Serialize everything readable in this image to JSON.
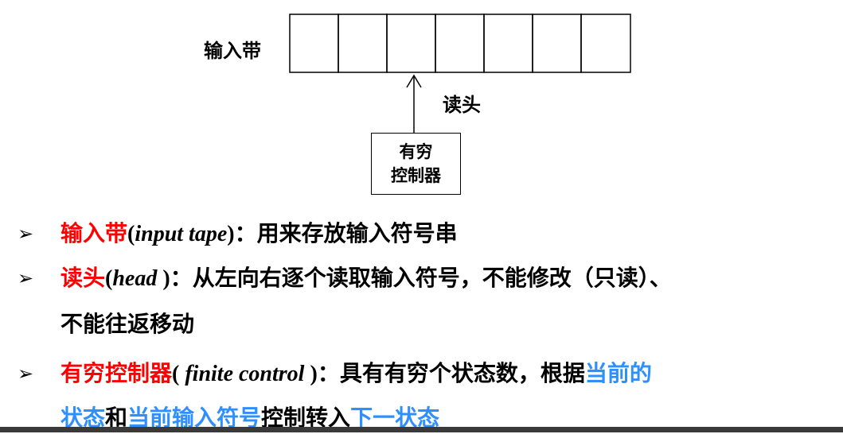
{
  "diagram": {
    "tape_label": "输入带",
    "tape_cells": 7,
    "head_label": "读头",
    "control_line1": "有穷",
    "control_line2": "控制器"
  },
  "bullets": [
    {
      "term": "输入带",
      "en_term": "input tape",
      "desc": "用来存放输入符号串"
    },
    {
      "term": "读头",
      "en_term": "head",
      "desc": "从左向右逐个读取输入符号，不能修改（只读）、",
      "desc2": "不能往返移动"
    },
    {
      "term": "有穷控制器",
      "en_term": "finite control",
      "desc_a": "具有有穷个状态数，根据",
      "hl1": "当前的",
      "hl2": "状态",
      "desc_b": "和",
      "hl3": "当前输入符号",
      "desc_c": "控制转入",
      "hl4": "下一状态"
    }
  ],
  "colors": {
    "term": "#ff0000",
    "highlight": "#2e8fff"
  }
}
